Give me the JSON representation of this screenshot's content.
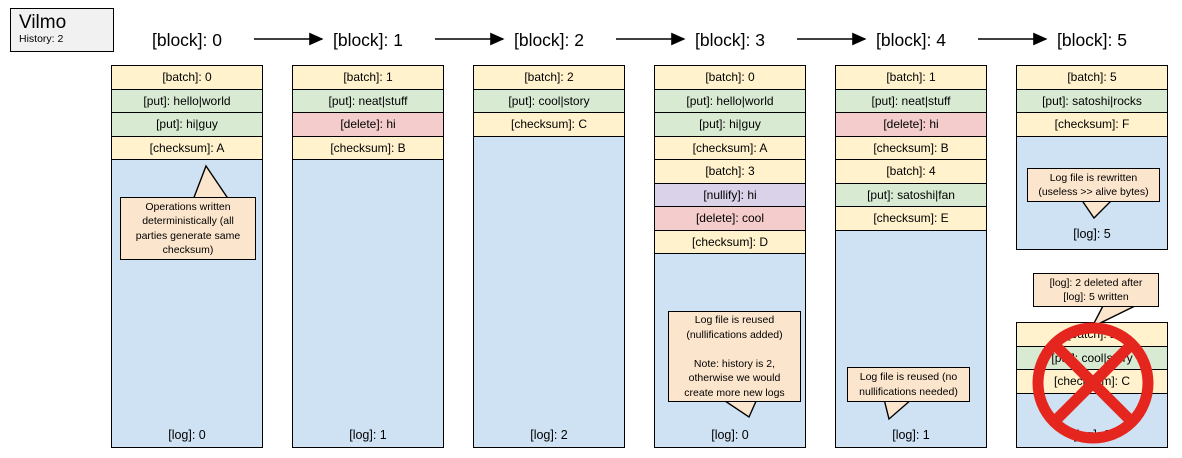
{
  "title_box": {
    "title": "Vilmo",
    "subtitle": "History: 2"
  },
  "blocks": [
    {
      "header": "[block]: 0",
      "ops": [
        {
          "type": "batch",
          "text": "[batch]: 0"
        },
        {
          "type": "put",
          "text": "[put]: hello|world"
        },
        {
          "type": "put",
          "text": "[put]: hi|guy"
        },
        {
          "type": "checksum",
          "text": "[checksum]: A"
        }
      ],
      "log": "[log]: 0",
      "callout": "Operations written\ndeterministically (all\nparties generate same\nchecksum)"
    },
    {
      "header": "[block]: 1",
      "ops": [
        {
          "type": "batch",
          "text": "[batch]: 1"
        },
        {
          "type": "put",
          "text": "[put]: neat|stuff"
        },
        {
          "type": "delete",
          "text": "[delete]: hi"
        },
        {
          "type": "checksum",
          "text": "[checksum]: B"
        }
      ],
      "log": "[log]: 1"
    },
    {
      "header": "[block]: 2",
      "ops": [
        {
          "type": "batch",
          "text": "[batch]: 2"
        },
        {
          "type": "put",
          "text": "[put]: cool|story"
        },
        {
          "type": "checksum",
          "text": "[checksum]: C"
        }
      ],
      "log": "[log]: 2"
    },
    {
      "header": "[block]: 3",
      "ops": [
        {
          "type": "batch",
          "text": "[batch]: 0"
        },
        {
          "type": "put",
          "text": "[put]: hello|world"
        },
        {
          "type": "put",
          "text": "[put]: hi|guy"
        },
        {
          "type": "checksum",
          "text": "[checksum]: A"
        },
        {
          "type": "batch",
          "text": "[batch]: 3"
        },
        {
          "type": "nullify",
          "text": "[nullify]: hi"
        },
        {
          "type": "delete",
          "text": "[delete]: cool"
        },
        {
          "type": "checksum",
          "text": "[checksum]: D"
        }
      ],
      "log": "[log]: 0",
      "callout": "Log file is reused\n(nullifications added)\n\nNote: history is 2,\notherwise we would\ncreate more new logs"
    },
    {
      "header": "[block]: 4",
      "ops": [
        {
          "type": "batch",
          "text": "[batch]: 1"
        },
        {
          "type": "put",
          "text": "[put]: neat|stuff"
        },
        {
          "type": "delete",
          "text": "[delete]: hi"
        },
        {
          "type": "checksum",
          "text": "[checksum]: B"
        },
        {
          "type": "batch",
          "text": "[batch]: 4"
        },
        {
          "type": "put",
          "text": "[put]: satoshi|fan"
        },
        {
          "type": "checksum",
          "text": "[checksum]: E"
        }
      ],
      "log": "[log]: 1",
      "callout": "Log file is reused (no\nnullifications needed)"
    },
    {
      "header": "[block]: 5",
      "ops": [
        {
          "type": "batch",
          "text": "[batch]: 5"
        },
        {
          "type": "put",
          "text": "[put]: satoshi|rocks"
        },
        {
          "type": "checksum",
          "text": "[checksum]: F"
        }
      ],
      "log": "[log]: 5",
      "callout": "Log file is rewritten\n(useless >> alive bytes)"
    }
  ],
  "deleted_stack": {
    "callout": "[log]: 2 deleted after\n[log]: 5 written",
    "ops": [
      {
        "type": "batch",
        "text": "[batch]: 2"
      },
      {
        "type": "put",
        "text": "[put]: cool|story"
      },
      {
        "type": "checksum",
        "text": "[checksum]: C"
      }
    ],
    "log": "[log]: 2"
  },
  "colors": {
    "batch_checksum": "#fff2cc",
    "put": "#d9ead3",
    "delete": "#f4cccc",
    "nullify": "#d9d2e9",
    "log_area": "#cfe2f3",
    "callout": "#fce5cd",
    "title_box": "#f1f1f1",
    "prohibition": "#e5261f"
  }
}
